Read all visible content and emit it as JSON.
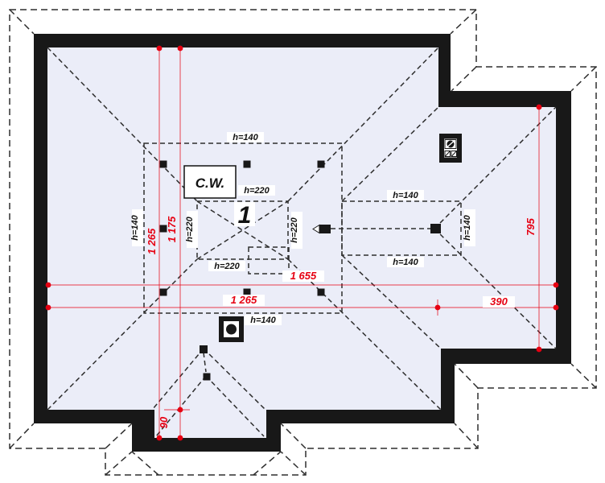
{
  "plan": {
    "room": {
      "number": "1",
      "closet_label": "C.W."
    },
    "heights": {
      "main_top": "h=140",
      "main_left": "h=140",
      "main_bottom": "h=140",
      "center_top": "h=220",
      "center_left": "h=220",
      "center_right": "h=220",
      "center_bottom": "h=220",
      "wing_top": "h=140",
      "wing_bottom": "h=140",
      "wing_right": "h=140"
    },
    "dimensions": {
      "vertical_left_outer": "1 265",
      "vertical_left_inner": "1 175",
      "vertical_left_gap": "90",
      "horizontal_total": "1 655",
      "horizontal_left": "1 265",
      "horizontal_right": "390",
      "vertical_right_wing": "795"
    }
  },
  "colors": {
    "wall_black": "#181818",
    "interior_fill": "#ebedf8",
    "roof_line_gray": "#2e2e2e",
    "dimension_red": "#e60012",
    "paper_white": "#ffffff"
  }
}
